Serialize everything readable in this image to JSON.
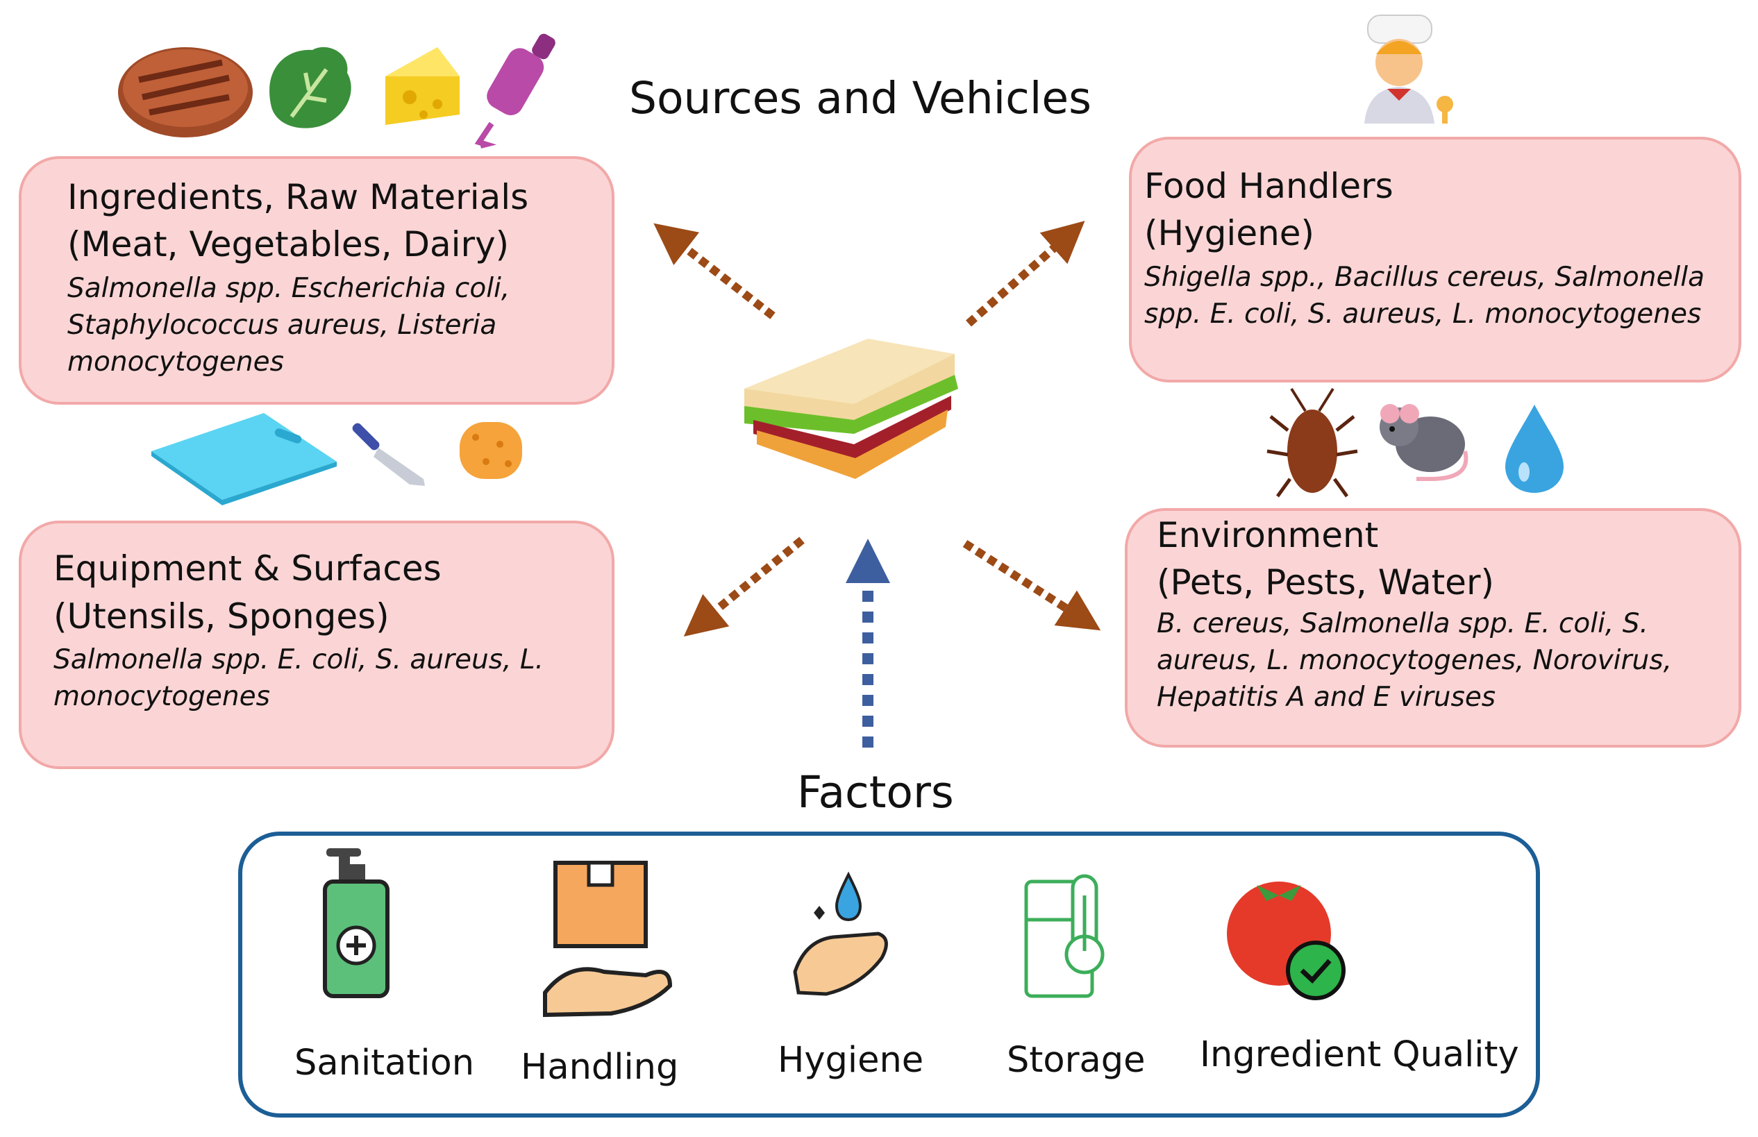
{
  "title": "Sources and Vehicles",
  "boxes": {
    "ingredients": {
      "title_line1": "Ingredients, Raw Materials",
      "title_line2": "(Meat, Vegetables, Dairy)",
      "species_line1": "Salmonella spp. Escherichia coli,",
      "species_line2": "Staphylococcus aureus, Listeria",
      "species_line3": "monocytogenes"
    },
    "handlers": {
      "title_line1": "Food Handlers",
      "title_line2": "(Hygiene)",
      "species_line1": "Shigella spp., Bacillus cereus, Salmonella",
      "species_line2": "spp. E. coli, S. aureus, L. monocytogenes"
    },
    "equipment": {
      "title_line1": "Equipment & Surfaces",
      "title_line2": "(Utensils, Sponges)",
      "species_line1": "Salmonella spp. E. coli, S. aureus, L.",
      "species_line2": "monocytogenes"
    },
    "environment": {
      "title_line1": "Environment",
      "title_line2": "(Pets, Pests, Water)",
      "species_line1": "B. cereus, Salmonella spp. E. coli, S.",
      "species_line2": "aureus, L. monocytogenes, Norovirus,",
      "species_line3": "Hepatitis A and E viruses"
    }
  },
  "factors": {
    "title": "Factors",
    "items": [
      "Sanitation",
      "Handling",
      "Hygiene",
      "Storage",
      "Ingredient Quality"
    ]
  },
  "colors": {
    "box_fill": "#fbd5d5",
    "box_border": "#f2a8a8",
    "source_arrow": "#9c4a16",
    "factor_arrow": "#3e5f9f",
    "factors_frame": "#1c5e96"
  },
  "icons": [
    "burger-patty-icon",
    "lettuce-icon",
    "cheese-icon",
    "sauce-bottle-icon",
    "chef-icon",
    "cutting-board-icon",
    "knife-icon",
    "sponge-icon",
    "cockroach-icon",
    "rat-icon",
    "water-drop-icon",
    "sandwich-icon",
    "sanitizer-bottle-icon",
    "box-in-hand-icon",
    "handwash-icon",
    "fridge-thermometer-icon",
    "tomato-check-icon"
  ]
}
